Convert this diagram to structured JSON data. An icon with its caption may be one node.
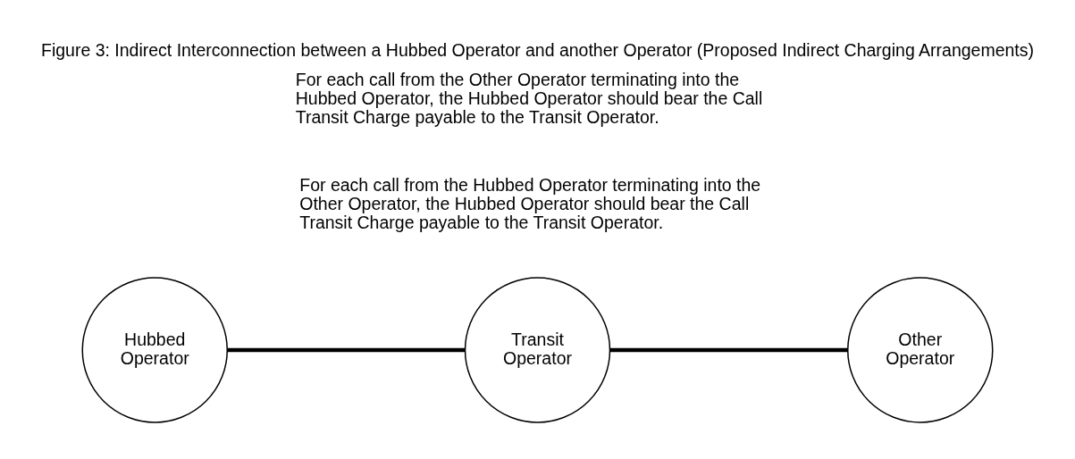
{
  "diagram": {
    "title": "Figure 3: Indirect Interconnection between a Hubbed Operator and another Operator (Proposed Indirect Charging Arrangements)",
    "nodes": [
      {
        "text": [
          "Hubbed Operator"
        ]
      },
      {
        "text": [
          "Transit Operator"
        ]
      },
      {
        "text": [
          "Other Operator"
        ]
      }
    ],
    "edges": [
      {
        "from": 0,
        "to": 1,
        "arrow": "none"
      },
      {
        "from": 1,
        "to": 2,
        "arrow": "none"
      }
    ],
    "labels": [
      "For each call from the Hubbed Operator terminating into the Other Operator, the Hubbed Operator should bear the Call Transit Charge payable to the Transit Operator.",
      "For each call from the Other Operator terminating into the Hubbed Operator, the Hubbed Operator should bear the Call Transit Charge payable to the Transit Operator."
    ]
  }
}
